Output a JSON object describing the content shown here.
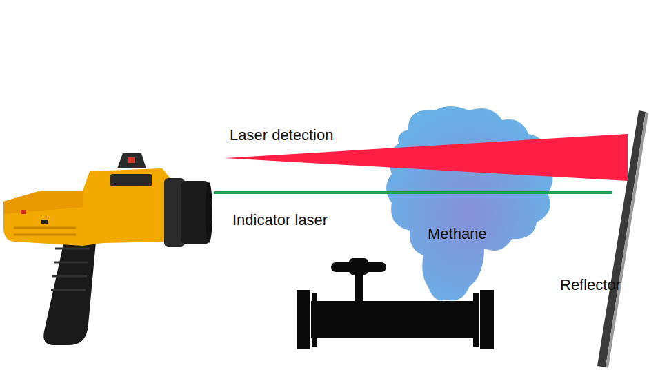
{
  "diagram": {
    "nodes": [
      {
        "text": [
          "Methane"
        ]
      }
    ],
    "labels": [
      "Laser detection",
      "Indicator laser",
      "Reflector"
    ]
  }
}
